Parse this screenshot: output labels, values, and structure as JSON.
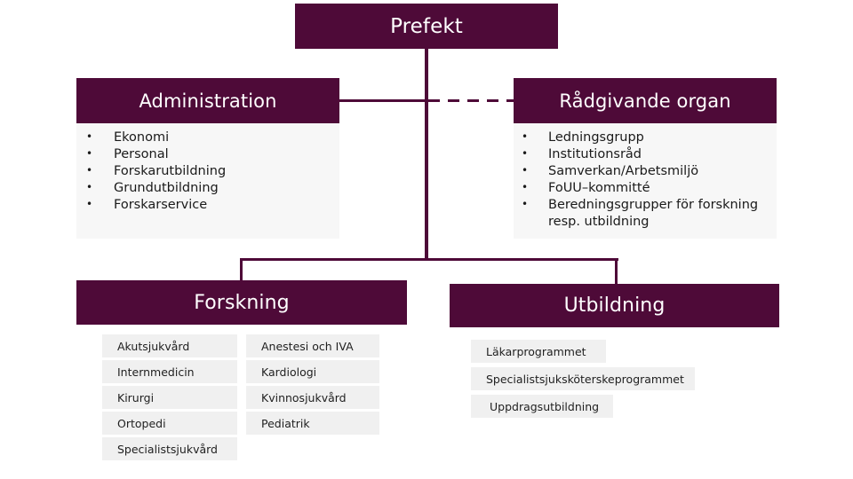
{
  "diagram": {
    "title": "Prefekt organisationsschema",
    "colors": {
      "primary": "#4e0a38",
      "panel_bg": "#f7f7f7",
      "chip_bg": "#f0f0f0",
      "text_light": "#ffffff",
      "text_dark": "#1a1a1a",
      "page_bg": "#ffffff"
    }
  },
  "root": {
    "label": "Prefekt"
  },
  "administration": {
    "header": "Administration",
    "items": [
      "Ekonomi",
      "Personal",
      "Forskarutbildning",
      "Grundutbildning",
      "Forskarservice"
    ]
  },
  "radgivande_organ": {
    "header": "Rådgivande organ",
    "items": [
      "Ledningsgrupp",
      "Institutionsråd",
      "Samverkan/Arbetsmiljö",
      "FoUU–kommitté",
      "Beredningsgrupper för forskning resp. utbildning"
    ]
  },
  "forskning": {
    "header": "Forskning",
    "column_left": [
      "Akutsjukvård",
      "Internmedicin",
      "Kirurgi",
      "Ortopedi",
      "Specialistsjukvård"
    ],
    "column_right": [
      "Anestesi och IVA",
      "Kardiologi",
      "Kvinnosjukvård",
      "Pediatrik"
    ]
  },
  "utbildning": {
    "header": "Utbildning",
    "items": [
      "Läkarprogrammet",
      "Specialistsjuksköterskeprogrammet",
      "Uppdragsutbildning"
    ]
  }
}
